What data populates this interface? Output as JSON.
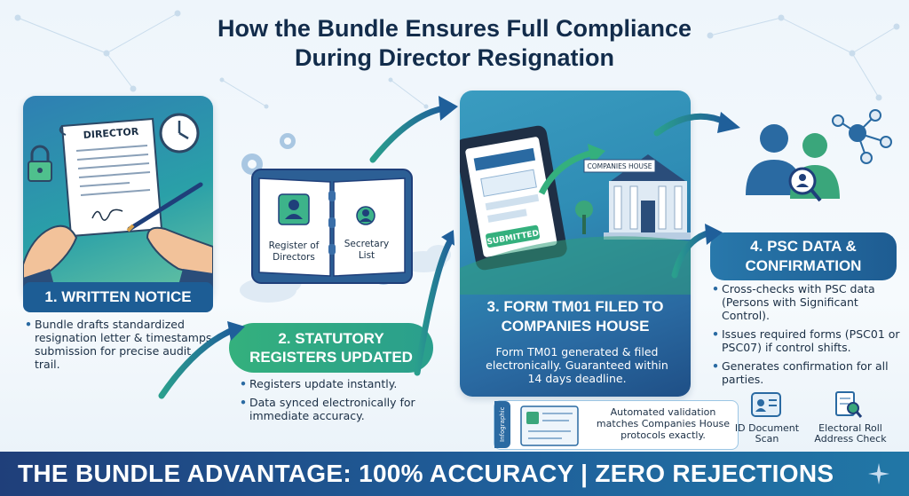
{
  "title": {
    "line1": "How the Bundle Ensures Full Compliance",
    "line2": "During Director Resignation"
  },
  "step1": {
    "heading": "1. WRITTEN NOTICE",
    "doc_label": "DIRECTOR",
    "bullets": [
      "Bundle drafts standardized resignation letter & timestamps submission for precise audit trail."
    ]
  },
  "step2": {
    "heading_line1": "2. STATUTORY",
    "heading_line2": "REGISTERS UPDATED",
    "book_left": "Register of Directors",
    "book_right": "Secretary List",
    "bullets": [
      "Registers update instantly.",
      "Data synced electronically for immediate accuracy."
    ]
  },
  "step3": {
    "heading_line1": "3. FORM TM01 FILED TO",
    "heading_line2": "COMPANIES HOUSE",
    "building_label": "COMPANIES HOUSE",
    "stamp": "SUBMITTED",
    "description": "Form TM01 generated & filed electronically. Guaranteed within 14 days deadline."
  },
  "step4": {
    "heading_line1": "4. PSC DATA &",
    "heading_line2": "CONFIRMATION",
    "bullets": [
      "Cross-checks with PSC data (Persons with Significant Control).",
      "Issues required forms (PSC01 or PSC07) if control shifts.",
      "Generates confirmation for all parties."
    ]
  },
  "validation": {
    "tag": "Infographic",
    "text": "Automated validation matches Companies House protocols exactly."
  },
  "checks": {
    "id_scan": "ID Document Scan",
    "electoral": "Electoral Roll Address Check"
  },
  "banner": "THE BUNDLE ADVANTAGE: 100% ACCURACY | ZERO REJECTIONS",
  "icons": [
    "padlock-icon",
    "clock-icon",
    "pen-icon",
    "gear-icon",
    "cloud-icon",
    "tablet-icon",
    "building-icon",
    "people-icon",
    "network-icon",
    "search-icon",
    "id-card-icon",
    "sparkle-icon"
  ],
  "colors": {
    "navy": "#1d5d95",
    "teal": "#2aa0a8",
    "green": "#34b07d",
    "banner": "#1f3f7a"
  }
}
